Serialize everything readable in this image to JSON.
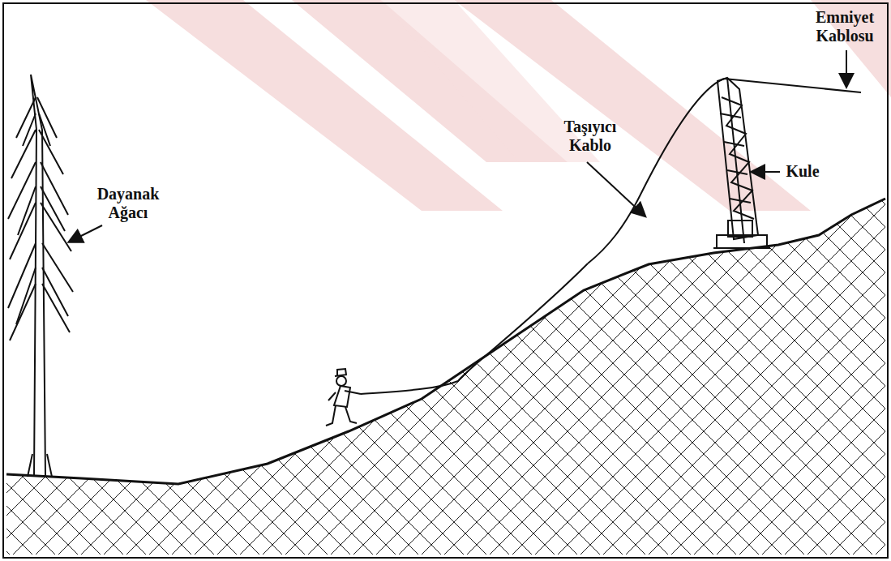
{
  "diagram": {
    "labels": [
      "Dayanak Ağacı",
      "Taşıyıcı Kablo",
      "Kule",
      "Emniyet Kablosu"
    ]
  }
}
